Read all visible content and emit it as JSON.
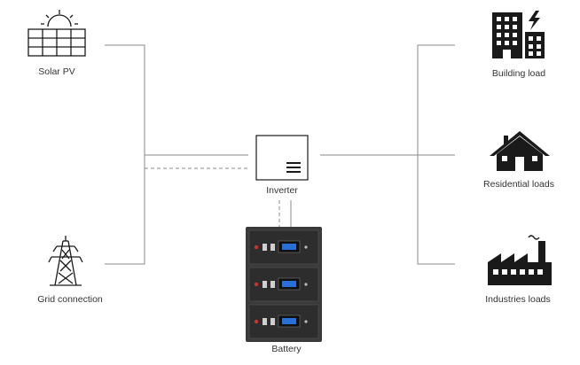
{
  "labels": {
    "solar": "Solar PV",
    "grid": "Grid connection",
    "inverter": "Inverter",
    "battery": "Battery",
    "building": "Building load",
    "residential": "Residential loads",
    "industries": "Industries loads"
  },
  "icons": {
    "solar": "solar-panel-icon",
    "grid": "power-pylon-icon",
    "inverter": "inverter-icon",
    "battery": "battery-rack-icon",
    "building": "building-icon",
    "residential": "house-icon",
    "industries": "factory-icon"
  },
  "colors": {
    "line": "#8a8a8a",
    "icon": "#1a1a1a",
    "battery_body": "#3a3a3a",
    "battery_screen": "#2a6fd6",
    "battery_led": "#d03030"
  }
}
